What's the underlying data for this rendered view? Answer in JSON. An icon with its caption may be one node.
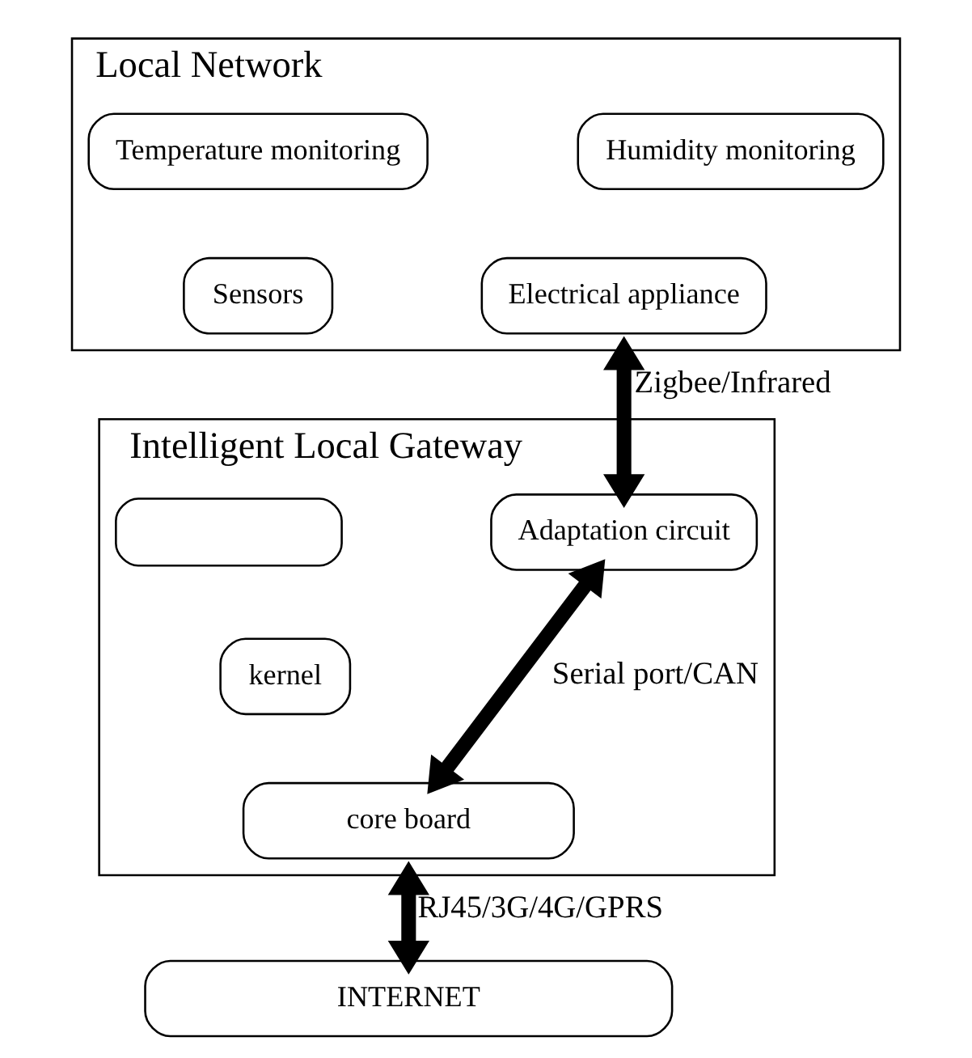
{
  "diagram": {
    "nodes": [
      {
        "text": [
          "Local Network"
        ]
      },
      {
        "text": [
          "Temperature monitoring"
        ],
        "in": 0
      },
      {
        "text": [
          "Humidity monitoring"
        ],
        "in": 0
      },
      {
        "text": [
          "Sensors"
        ],
        "in": 0
      },
      {
        "text": [
          "Electrical appliance"
        ],
        "in": 0
      },
      {
        "text": [
          "Intelligent Local Gateway"
        ]
      },
      {
        "text": [],
        "shape": "box",
        "in": 5
      },
      {
        "text": [
          "Adaptation circuit"
        ],
        "in": 5
      },
      {
        "text": [
          "kernel"
        ],
        "in": 5
      },
      {
        "text": [
          "core board"
        ],
        "in": 5
      },
      {
        "text": [
          "INTERNET"
        ]
      }
    ],
    "edges": [
      {
        "from": 0,
        "to": 7,
        "arrow": "both",
        "label": "Zigbee/Infrared"
      },
      {
        "from": 7,
        "to": 9,
        "arrow": "both",
        "label": "Serial port/CAN"
      },
      {
        "from": 5,
        "to": 10,
        "arrow": "both",
        "label": "RJ45/3G/4G/GPRS"
      }
    ]
  }
}
